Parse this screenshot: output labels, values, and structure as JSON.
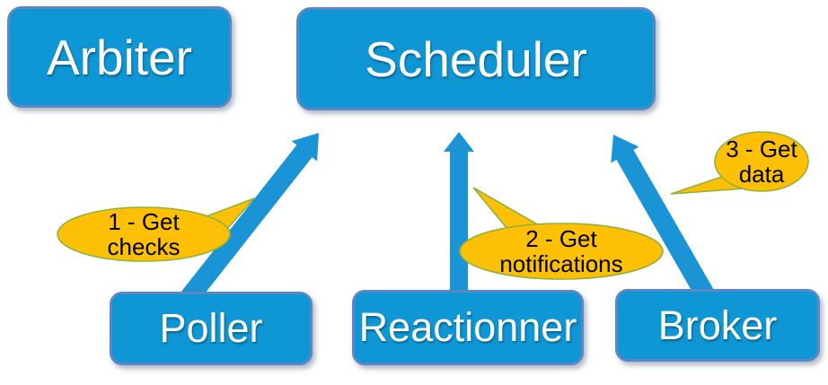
{
  "diagram": {
    "nodes": {
      "arbiter": {
        "label": "Arbiter"
      },
      "scheduler": {
        "label": "Scheduler"
      },
      "poller": {
        "label": "Poller"
      },
      "reactionner": {
        "label": "Reactionner"
      },
      "broker": {
        "label": "Broker"
      }
    },
    "edges": [
      {
        "from": "Poller",
        "to": "Scheduler",
        "label": "1 - Get checks"
      },
      {
        "from": "Reactionner",
        "to": "Scheduler",
        "label": "2 - Get notifications"
      },
      {
        "from": "Broker",
        "to": "Scheduler",
        "label": "3 - Get data"
      }
    ],
    "callouts": {
      "c1": {
        "line1": "1 - Get",
        "line2": "checks"
      },
      "c2": {
        "line1": "2 - Get",
        "line2": "notifications"
      },
      "c3": {
        "line1": "3 - Get",
        "line2": "data"
      }
    },
    "colors": {
      "node_fill": "#0f96d5",
      "node_border": "#5b87c5",
      "node_text": "#ffffff",
      "arrow": "#1b94d6",
      "callout_fill": "#fdc004",
      "callout_border": "#93b13a",
      "callout_text": "#000000"
    }
  }
}
